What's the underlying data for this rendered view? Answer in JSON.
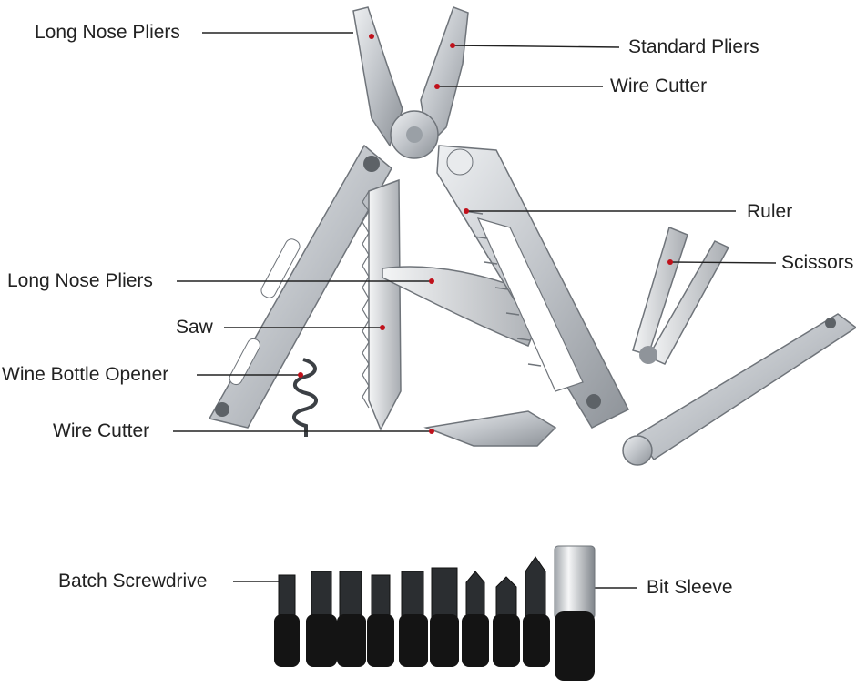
{
  "colors": {
    "marker": "#c0111b",
    "steel": "#c9ccd0",
    "steel_dark": "#7d8288",
    "handle_black": "#141414",
    "leader_line": "#222222"
  },
  "tool_labels": {
    "long_nose_pliers_top": "Long Nose Pliers",
    "standard_pliers": "Standard Pliers",
    "wire_cutter_top": "Wire Cutter",
    "ruler": "Ruler",
    "scissors": "Scissors",
    "long_nose_pliers_mid": "Long Nose Pliers",
    "saw": "Saw",
    "wine_bottle_opener": "Wine Bottle Opener",
    "wire_cutter_bottom": "Wire Cutter"
  },
  "bit_labels": {
    "batch_screwdriver": "Batch  Screwdrive",
    "bit_sleeve": "Bit Sleeve"
  },
  "bits": [
    {
      "tip": "hex"
    },
    {
      "tip": "hex"
    },
    {
      "tip": "hex"
    },
    {
      "tip": "hex"
    },
    {
      "tip": "flat"
    },
    {
      "tip": "flat"
    },
    {
      "tip": "phillips"
    },
    {
      "tip": "phillips"
    },
    {
      "tip": "phillips"
    }
  ]
}
